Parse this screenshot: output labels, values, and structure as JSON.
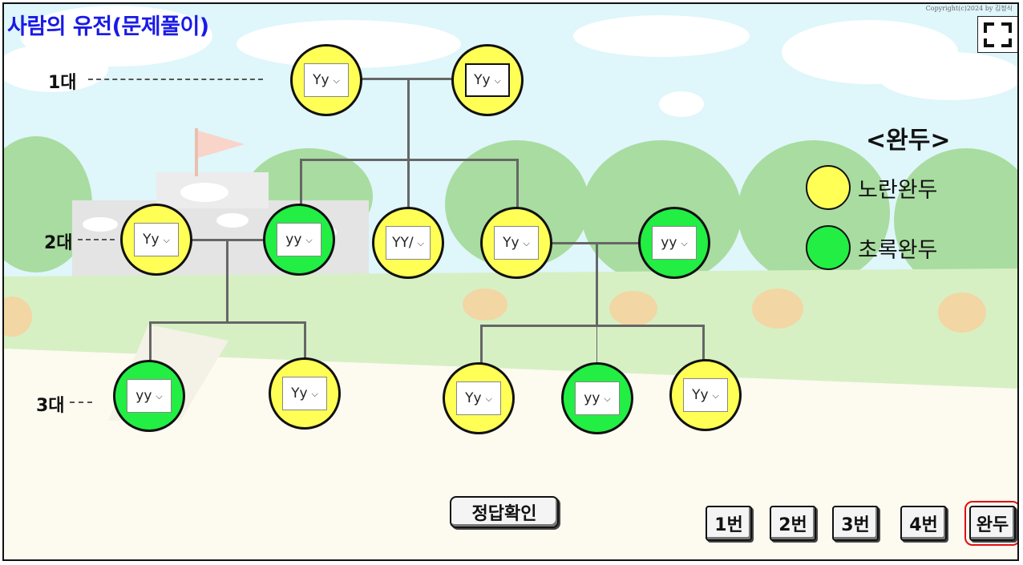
{
  "page": {
    "title": "사람의 유전(문제풀이)",
    "copyright": "Copyright(c)2024 by 김정식"
  },
  "generations": {
    "g1": "1대",
    "g2": "2대",
    "g3": "3대"
  },
  "nodes": [
    {
      "id": "g1-1",
      "color": "yellow",
      "genotype": "Yy"
    },
    {
      "id": "g1-2",
      "color": "yellow",
      "genotype": "Yy"
    },
    {
      "id": "g2-1",
      "color": "yellow",
      "genotype": "Yy"
    },
    {
      "id": "g2-2",
      "color": "green",
      "genotype": "yy"
    },
    {
      "id": "g2-3",
      "color": "yellow",
      "genotype": "YY/"
    },
    {
      "id": "g2-4",
      "color": "yellow",
      "genotype": "Yy"
    },
    {
      "id": "g2-5",
      "color": "green",
      "genotype": "yy"
    },
    {
      "id": "g3-1",
      "color": "green",
      "genotype": "yy"
    },
    {
      "id": "g3-2",
      "color": "yellow",
      "genotype": "Yy"
    },
    {
      "id": "g3-3",
      "color": "yellow",
      "genotype": "Yy"
    },
    {
      "id": "g3-4",
      "color": "green",
      "genotype": "yy"
    },
    {
      "id": "g3-5",
      "color": "yellow",
      "genotype": "Yy"
    }
  ],
  "legend": {
    "title": "<완두>",
    "items": [
      {
        "label": "노란완두",
        "color": "#ffff55"
      },
      {
        "label": "초록완두",
        "color": "#22ee44"
      }
    ]
  },
  "buttons": {
    "check": "정답확인",
    "q1": "1번",
    "q2": "2번",
    "q3": "3번",
    "q4": "4번",
    "pea": "완두"
  },
  "colors": {
    "title": "#1a1ae6",
    "yellow": "#ffff55",
    "green": "#22ee44",
    "active_outline": "#e01010"
  }
}
